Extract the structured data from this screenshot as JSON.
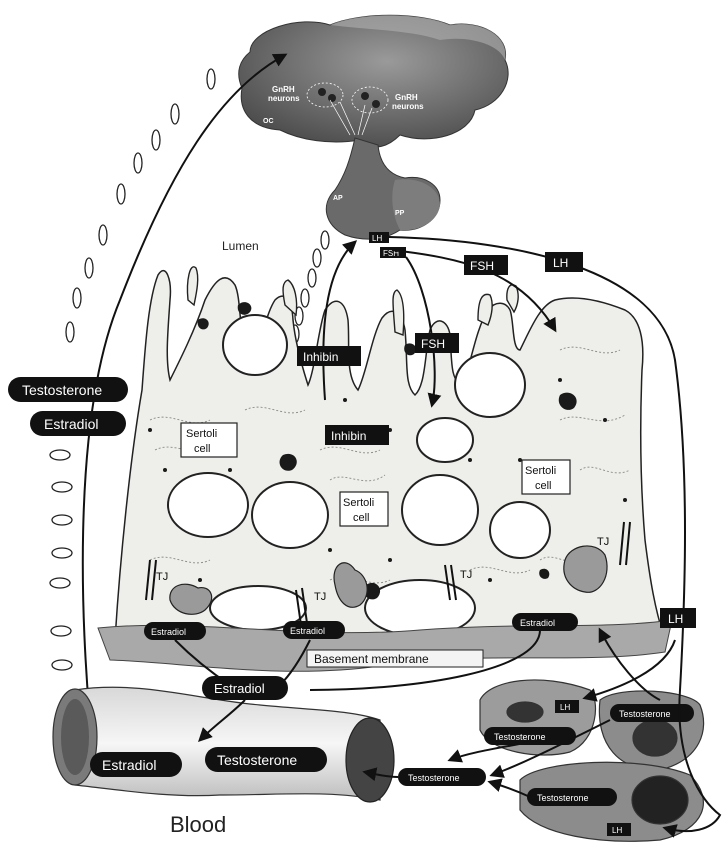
{
  "labels": {
    "gnrh_left_1": "GnRH",
    "gnrh_left_2": "neurons",
    "gnrh_right_1": "GnRH",
    "gnrh_right_2": "neurons",
    "oc": "OC",
    "ap": "AP",
    "pp": "PP",
    "lumen": "Lumen",
    "pit_lh": "LH",
    "pit_fsh": "FSH",
    "fsh_upper": "FSH",
    "lh_upper": "LH",
    "fsh_mid": "FSH",
    "inhibin_upper": "Inhibin",
    "inhibin_lower": "Inhibin",
    "testosterone_left": "Testosterone",
    "estradiol_left": "Estradiol",
    "sertoli_left_1": "Sertoli",
    "sertoli_left_2": "cell",
    "sertoli_center_1": "Sertoli",
    "sertoli_center_2": "cell",
    "sertoli_right_1": "Sertoli",
    "sertoli_right_2": "cell",
    "tj_left": "TJ",
    "tj_center": "TJ",
    "tj_mid": "TJ",
    "tj_right": "TJ",
    "estradiol_base_left": "Estradiol",
    "estradiol_base_center": "Estradiol",
    "estradiol_base_right": "Estradiol",
    "basement_membrane": "Basement membrane",
    "estradiol_big": "Estradiol",
    "lh_right": "LH",
    "leydig_lh_top": "LH",
    "leydig_lh_bottom": "LH",
    "leydig_testosterone_top": "Testosterone",
    "leydig_testosterone_mid": "Testosterone",
    "leydig_testosterone_bottom": "Testosterone",
    "testosterone_out": "Testosterone",
    "blood_estradiol": "Estradiol",
    "blood_testosterone": "Testosterone",
    "blood": "Blood"
  },
  "colors": {
    "brain": "#6e6e6e",
    "brain_light": "#8a8a8a",
    "cytoplasm": "#eeeeea",
    "membrane": "#a9a9a9",
    "label_dark": "#111111",
    "outline": "#222222"
  }
}
